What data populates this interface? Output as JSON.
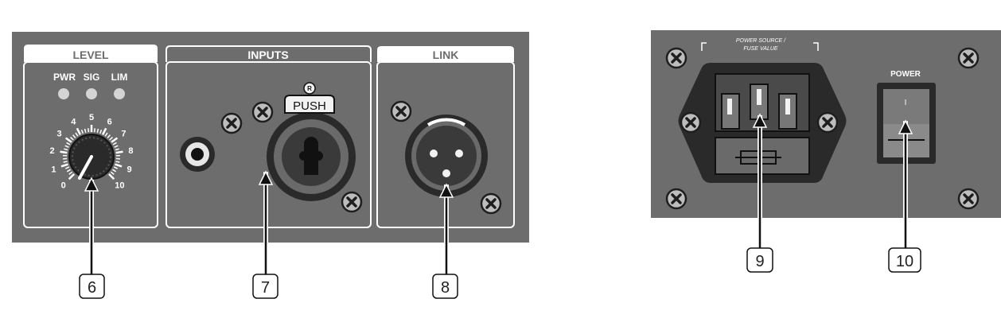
{
  "colors": {
    "panel": "#6d6d6d",
    "inner_panel": "#5f5f5f",
    "outline": "#ffffff",
    "dark": "#1e1e1e",
    "led": "#d4d4d4"
  },
  "level": {
    "title": "LEVEL",
    "led_labels": [
      "PWR",
      "SIG",
      "LIM"
    ],
    "dial_scale": [
      "0",
      "1",
      "2",
      "3",
      "4",
      "5",
      "6",
      "7",
      "8",
      "9",
      "10"
    ]
  },
  "inputs": {
    "title": "INPUTS",
    "push_label": "PUSH"
  },
  "link": {
    "title": "LINK"
  },
  "power_panel": {
    "source_label_line1": "POWER SOURCE /",
    "source_label_line2": "FUSE VALUE",
    "power_label": "POWER",
    "switch_mark": "I"
  },
  "callouts": [
    "6",
    "7",
    "8",
    "9",
    "10"
  ],
  "icons": [
    "screw-icon",
    "led-icon",
    "rca-jack-icon",
    "combo-jack-icon",
    "xlr-connector-icon",
    "iec-inlet-icon",
    "power-switch-icon"
  ]
}
